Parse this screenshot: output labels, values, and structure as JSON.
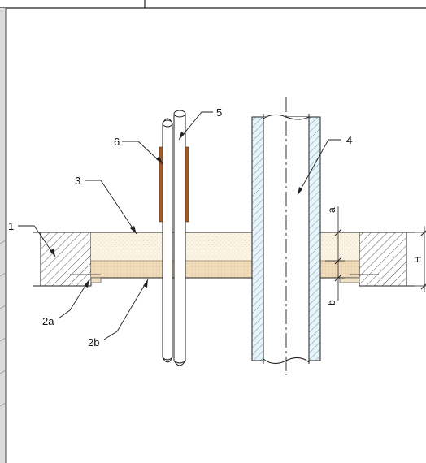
{
  "labels": {
    "l1": "1",
    "l2a": "2a",
    "l2b": "2b",
    "l3": "3",
    "l4": "4",
    "l5": "5",
    "l6": "6",
    "la": "a",
    "lb": "b",
    "lH": "H"
  },
  "colors": {
    "line": "#222222",
    "hatch": "#555555",
    "insulation": "#fbf3e3",
    "sealant": "#efe1c6",
    "pipe_jacket": "#e7f4fa",
    "sleeve_band": "#a35b2d",
    "side_strip": "#bdbdbd"
  }
}
